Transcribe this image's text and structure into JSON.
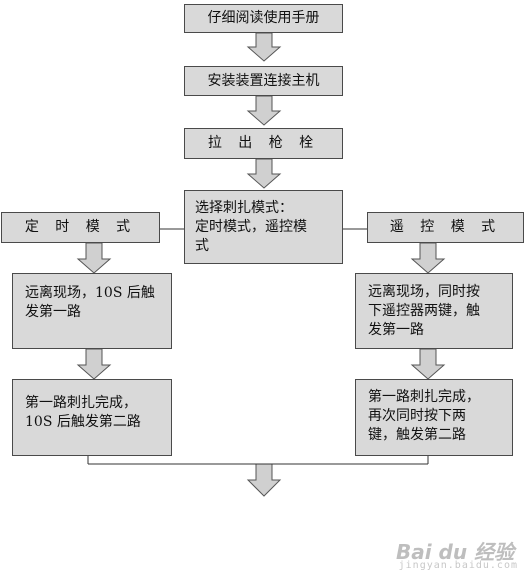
{
  "nodes": {
    "read_manual": "仔细阅读使用手册",
    "install_host": "安装装置连接主机",
    "pull_pin": "拉 出 枪 栓",
    "select_mode": [
      "选择刺扎模式：",
      "定时模式，遥控模",
      "式"
    ],
    "timer_mode": "定 时 模 式",
    "remote_mode": "遥 控 模 式",
    "timer_step1": [
      "远离现场，10S 后触",
      "发第一路"
    ],
    "remote_step1": [
      "远离现场，同时按",
      "下遥控器两键，触",
      "发第一路"
    ],
    "timer_step2": [
      "第一路刺扎完成，",
      "10S 后触发第二路"
    ],
    "remote_step2": [
      "第一路刺扎完成，",
      "再次同时按下两",
      "键，触发第二路"
    ]
  },
  "watermark": {
    "logo": "Bai du 经验",
    "url": "jingyan.baidu.com"
  },
  "colors": {
    "box_fill": "#d9d9d9",
    "box_border": "#4a4a4a",
    "arrow_fill": "#d0d0d0",
    "line": "#333333"
  }
}
